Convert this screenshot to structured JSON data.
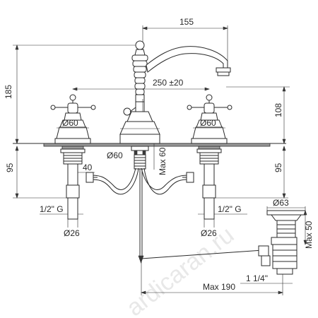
{
  "watermark": "ardicaran.ru",
  "dimensions": {
    "spout_reach": "155",
    "total_height": "185",
    "center_spacing": "250 ±20",
    "handle_height": "108",
    "left_handle_diameter": "Ø60",
    "right_handle_diameter": "Ø60",
    "base_diameter": "Ø60",
    "max_deck": "Max 60",
    "left_under_deck": "95",
    "right_under_deck": "95",
    "hose_offset": "40",
    "left_thread": "1/2\" G",
    "right_thread": "1/2\" G",
    "left_inlet_diameter": "Ø26",
    "right_inlet_diameter": "Ø26",
    "waste_diameter": "Ø63",
    "waste_height": "Max 50",
    "waste_thread": "1 1/4\"",
    "pop_up_reach": "Max 190"
  }
}
